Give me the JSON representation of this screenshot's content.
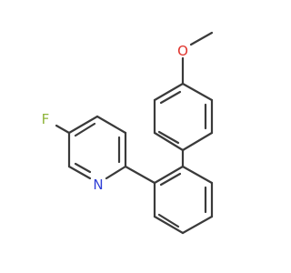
{
  "atoms": {
    "fluorine": "F",
    "nitrogen": "N",
    "oxygen": "O"
  },
  "colors": {
    "bond": "#3a3a3a",
    "fluorine": "#8fb43a",
    "nitrogen": "#2f3fd6",
    "oxygen": "#e0322b",
    "background": "#ffffff"
  }
}
